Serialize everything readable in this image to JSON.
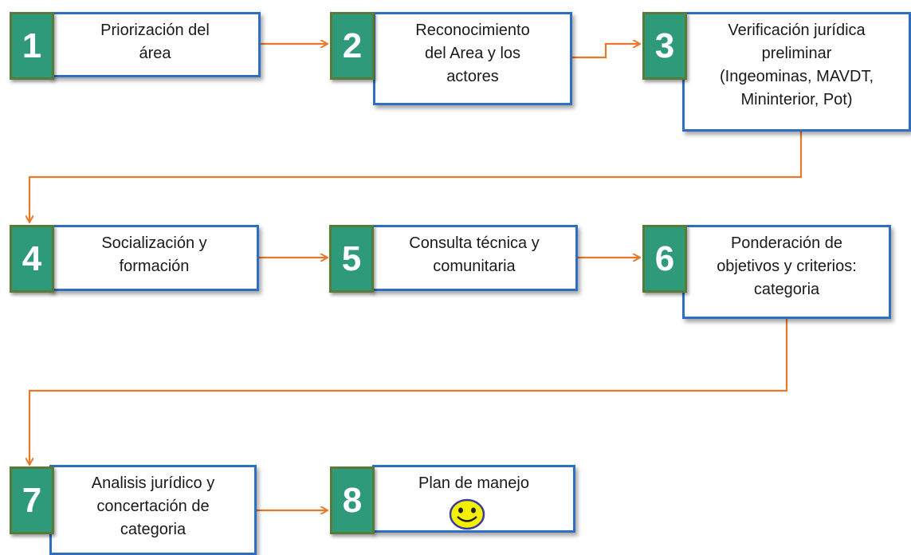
{
  "steps": [
    {
      "number": "1",
      "lines": [
        "Priorización del",
        "área"
      ]
    },
    {
      "number": "2",
      "lines": [
        "Reconocimiento",
        "del Area y los",
        "actores"
      ]
    },
    {
      "number": "3",
      "lines": [
        "Verificación jurídica",
        "preliminar",
        "(Ingeominas, MAVDT,",
        "Mininterior, Pot)"
      ]
    },
    {
      "number": "4",
      "lines": [
        "Socialización y",
        "formación"
      ]
    },
    {
      "number": "5",
      "lines": [
        "Consulta técnica y",
        "comunitaria"
      ]
    },
    {
      "number": "6",
      "lines": [
        "Ponderación de",
        "objetivos y criterios:",
        "categoria"
      ]
    },
    {
      "number": "7",
      "lines": [
        "Analisis jurídico y",
        "concertación de",
        "categoria"
      ]
    },
    {
      "number": "8",
      "lines": [
        "Plan de manejo"
      ]
    }
  ],
  "colors": {
    "arrow": "#e8782a",
    "box_border": "#2e6fc4",
    "number_fill": "#2e9a7a",
    "number_border": "#5a7a3a",
    "smiley_fill": "#f5f000"
  },
  "icons": {
    "step8_icon": "smiley-face-icon"
  }
}
